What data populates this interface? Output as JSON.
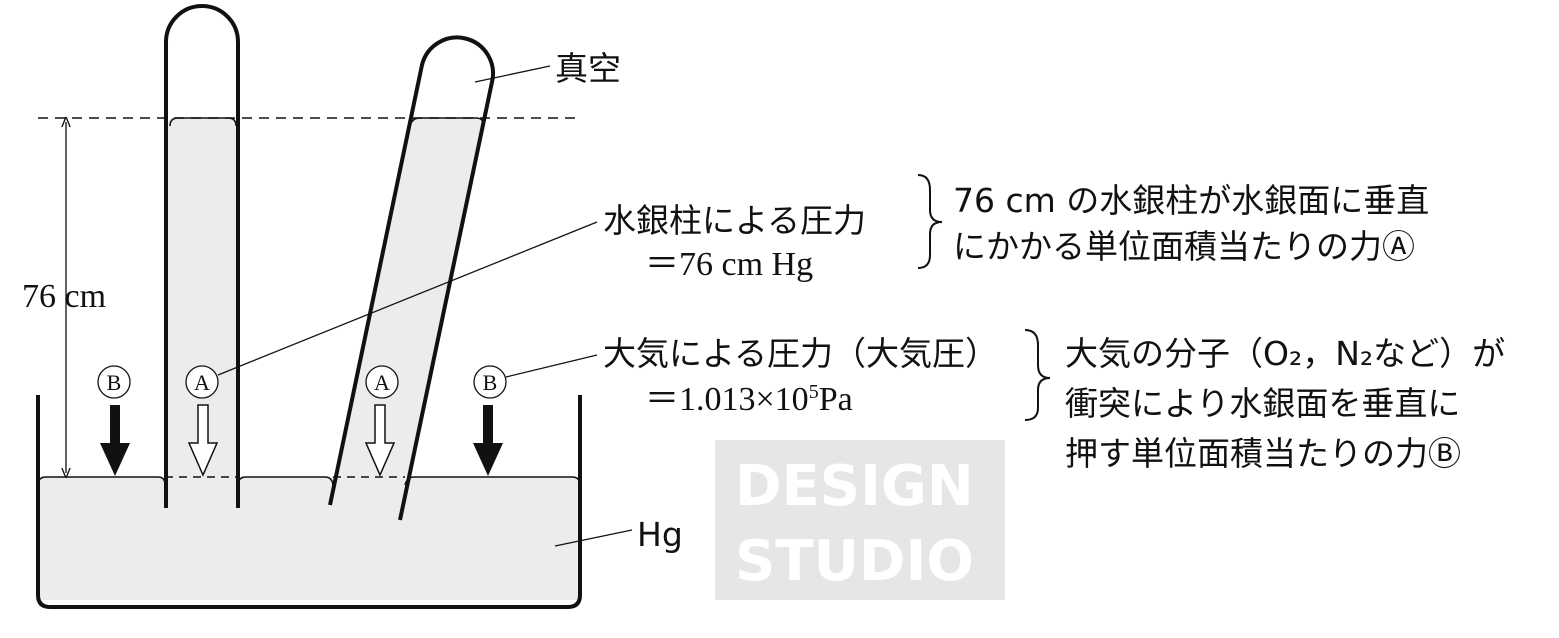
{
  "labels": {
    "vacuum": "真空",
    "height": "76 cm",
    "mercury": "Hg",
    "marker_a": "A",
    "marker_b": "B"
  },
  "column_pressure": {
    "title": "水銀柱による圧力",
    "value": "＝76 cm Hg",
    "explanation": [
      "76 cm の水銀柱が水銀面に垂直",
      "にかかる単位面積当たりの力Ⓐ"
    ]
  },
  "atmospheric_pressure": {
    "title": "大気による圧力（大気圧）",
    "value_prefix": "＝1.013×10",
    "value_exp": "5",
    "value_unit": "Pa",
    "explanation": [
      "大気の分子（O₂，N₂など）が",
      "衝突により水銀面を垂直に",
      "押す単位面積当たりの力Ⓑ"
    ]
  },
  "watermark": [
    "DESIGN",
    "STUDIO"
  ],
  "colors": {
    "mercury": "#ececec",
    "line": "#111111",
    "watermark": "#e6e6e6"
  }
}
